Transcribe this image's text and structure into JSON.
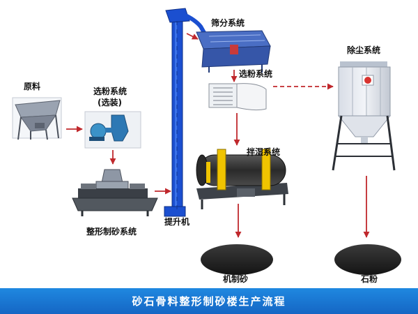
{
  "labels": {
    "raw_material": "原料",
    "powder_selection_packing": "选粉系统",
    "packing_note": "(选装)",
    "screening_system": "筛分系统",
    "powder_selection_upper": "选粉系统",
    "dust_removal": "除尘系统",
    "mixing_wetting": "拌湿系统",
    "shaping_sandmaking": "整形制砂系统",
    "elevator": "提升机",
    "machine_sand": "机制砂",
    "stone_powder": "石粉"
  },
  "footer": {
    "title": "砂石骨料整形制砂楼生产流程"
  },
  "colors": {
    "flow_arrow": "#c0282c",
    "elevator": "#1b4fd0",
    "footer": "#1a74d4",
    "equipment_gray": "#8c9099",
    "mixer_yellow": "#f0c400"
  },
  "icons": [
    "hopper-icon",
    "powder-selector-icon",
    "vsi-crusher-icon",
    "bucket-elevator-icon",
    "vibrating-screen-icon",
    "air-classifier-icon",
    "rotary-mixer-icon",
    "dust-collector-icon",
    "sand-pile-icon"
  ]
}
